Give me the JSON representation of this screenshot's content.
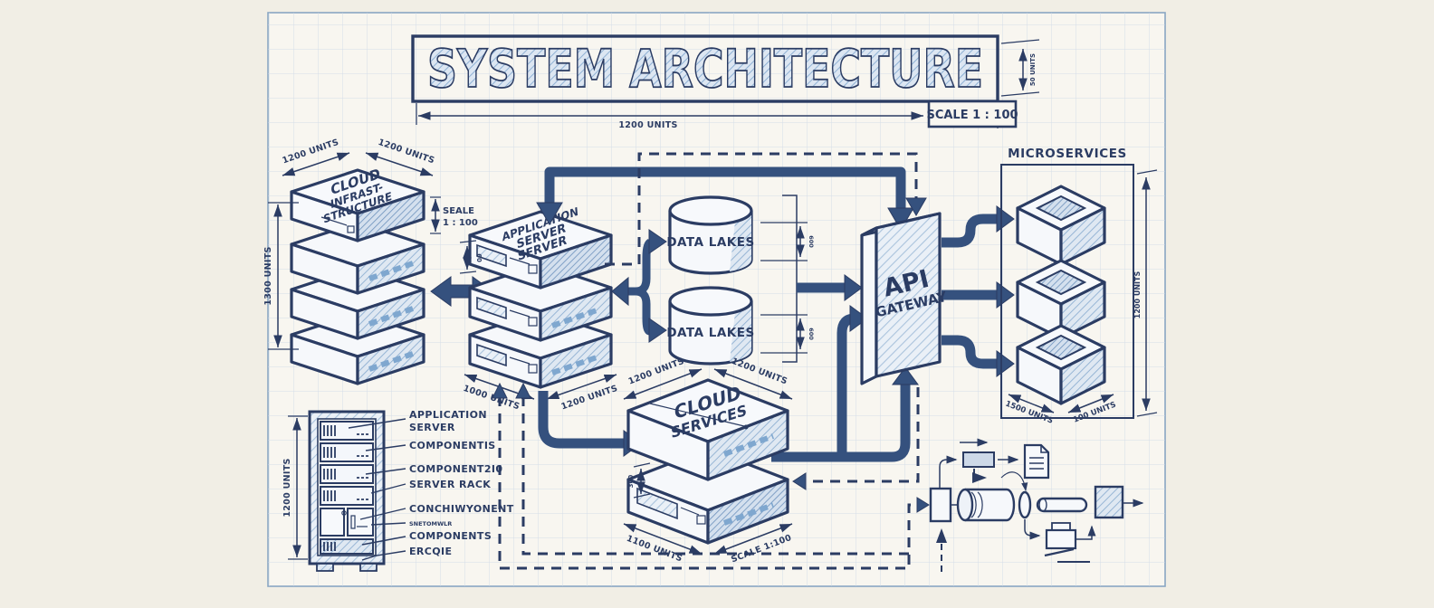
{
  "title_block": {
    "title": "SYSTEM ARCHITECTURE",
    "width_dim": "1200 UNITS",
    "scale": "SCALE 1 : 100",
    "side_dim": "50 UNITS"
  },
  "cloud_infrastructure": {
    "line1": "CLOUD",
    "line2": "INFRAST-",
    "line3": "STRUCTURE",
    "dim_top_left": "1200 UNITS",
    "dim_top_right": "1200 UNITS",
    "dim_left": "1300 UNITS",
    "scale_note_line1": "SEALE",
    "scale_note_line2": "1 : 100"
  },
  "application_server": {
    "line1": "APPLICATION",
    "line2": "SERVER",
    "line3": "SERVER",
    "dim_small": "60",
    "dim_bottom_left": "1000 UNITS",
    "dim_bottom_right": "1200 UNITS"
  },
  "data_lakes": {
    "top": "DATA LAKES",
    "bottom": "DATA LAKES",
    "dim_top": "600",
    "dim_bottom": "600"
  },
  "api_gateway": {
    "line1": "API",
    "line2": "GATEWAY"
  },
  "microservices": {
    "title": "MICROSERVICES",
    "dim_bottom_left": "1500 UNITS",
    "dim_bottom_right": "100 UNITS",
    "dim_right": "1200 UNITS"
  },
  "cloud_services": {
    "line1": "CLOUD",
    "line2": "SERVICES",
    "dim_top_left": "1200 UNITS",
    "dim_top_right": "1200 UNITS",
    "dim_bottom_left": "1100 UNITS",
    "dim_bottom_right": "SCALE 1:100",
    "dim_left": "300"
  },
  "rack_legend": {
    "dim_left": "1200 UNITS",
    "labels": [
      "APPLICATION",
      "SERVER",
      "COMPONENTIS",
      "COMPONENT2I0",
      "SERVER RACK",
      "CONCHIWYONENT",
      "SNETOMWLR",
      "COMPONENTS",
      "ERCQIE"
    ]
  },
  "colors": {
    "paper": "#f1eee5",
    "sheet": "#f8f6f0",
    "ink": "#2b3c63",
    "pipe": "#35517e",
    "hatch": "#9db9d6"
  }
}
